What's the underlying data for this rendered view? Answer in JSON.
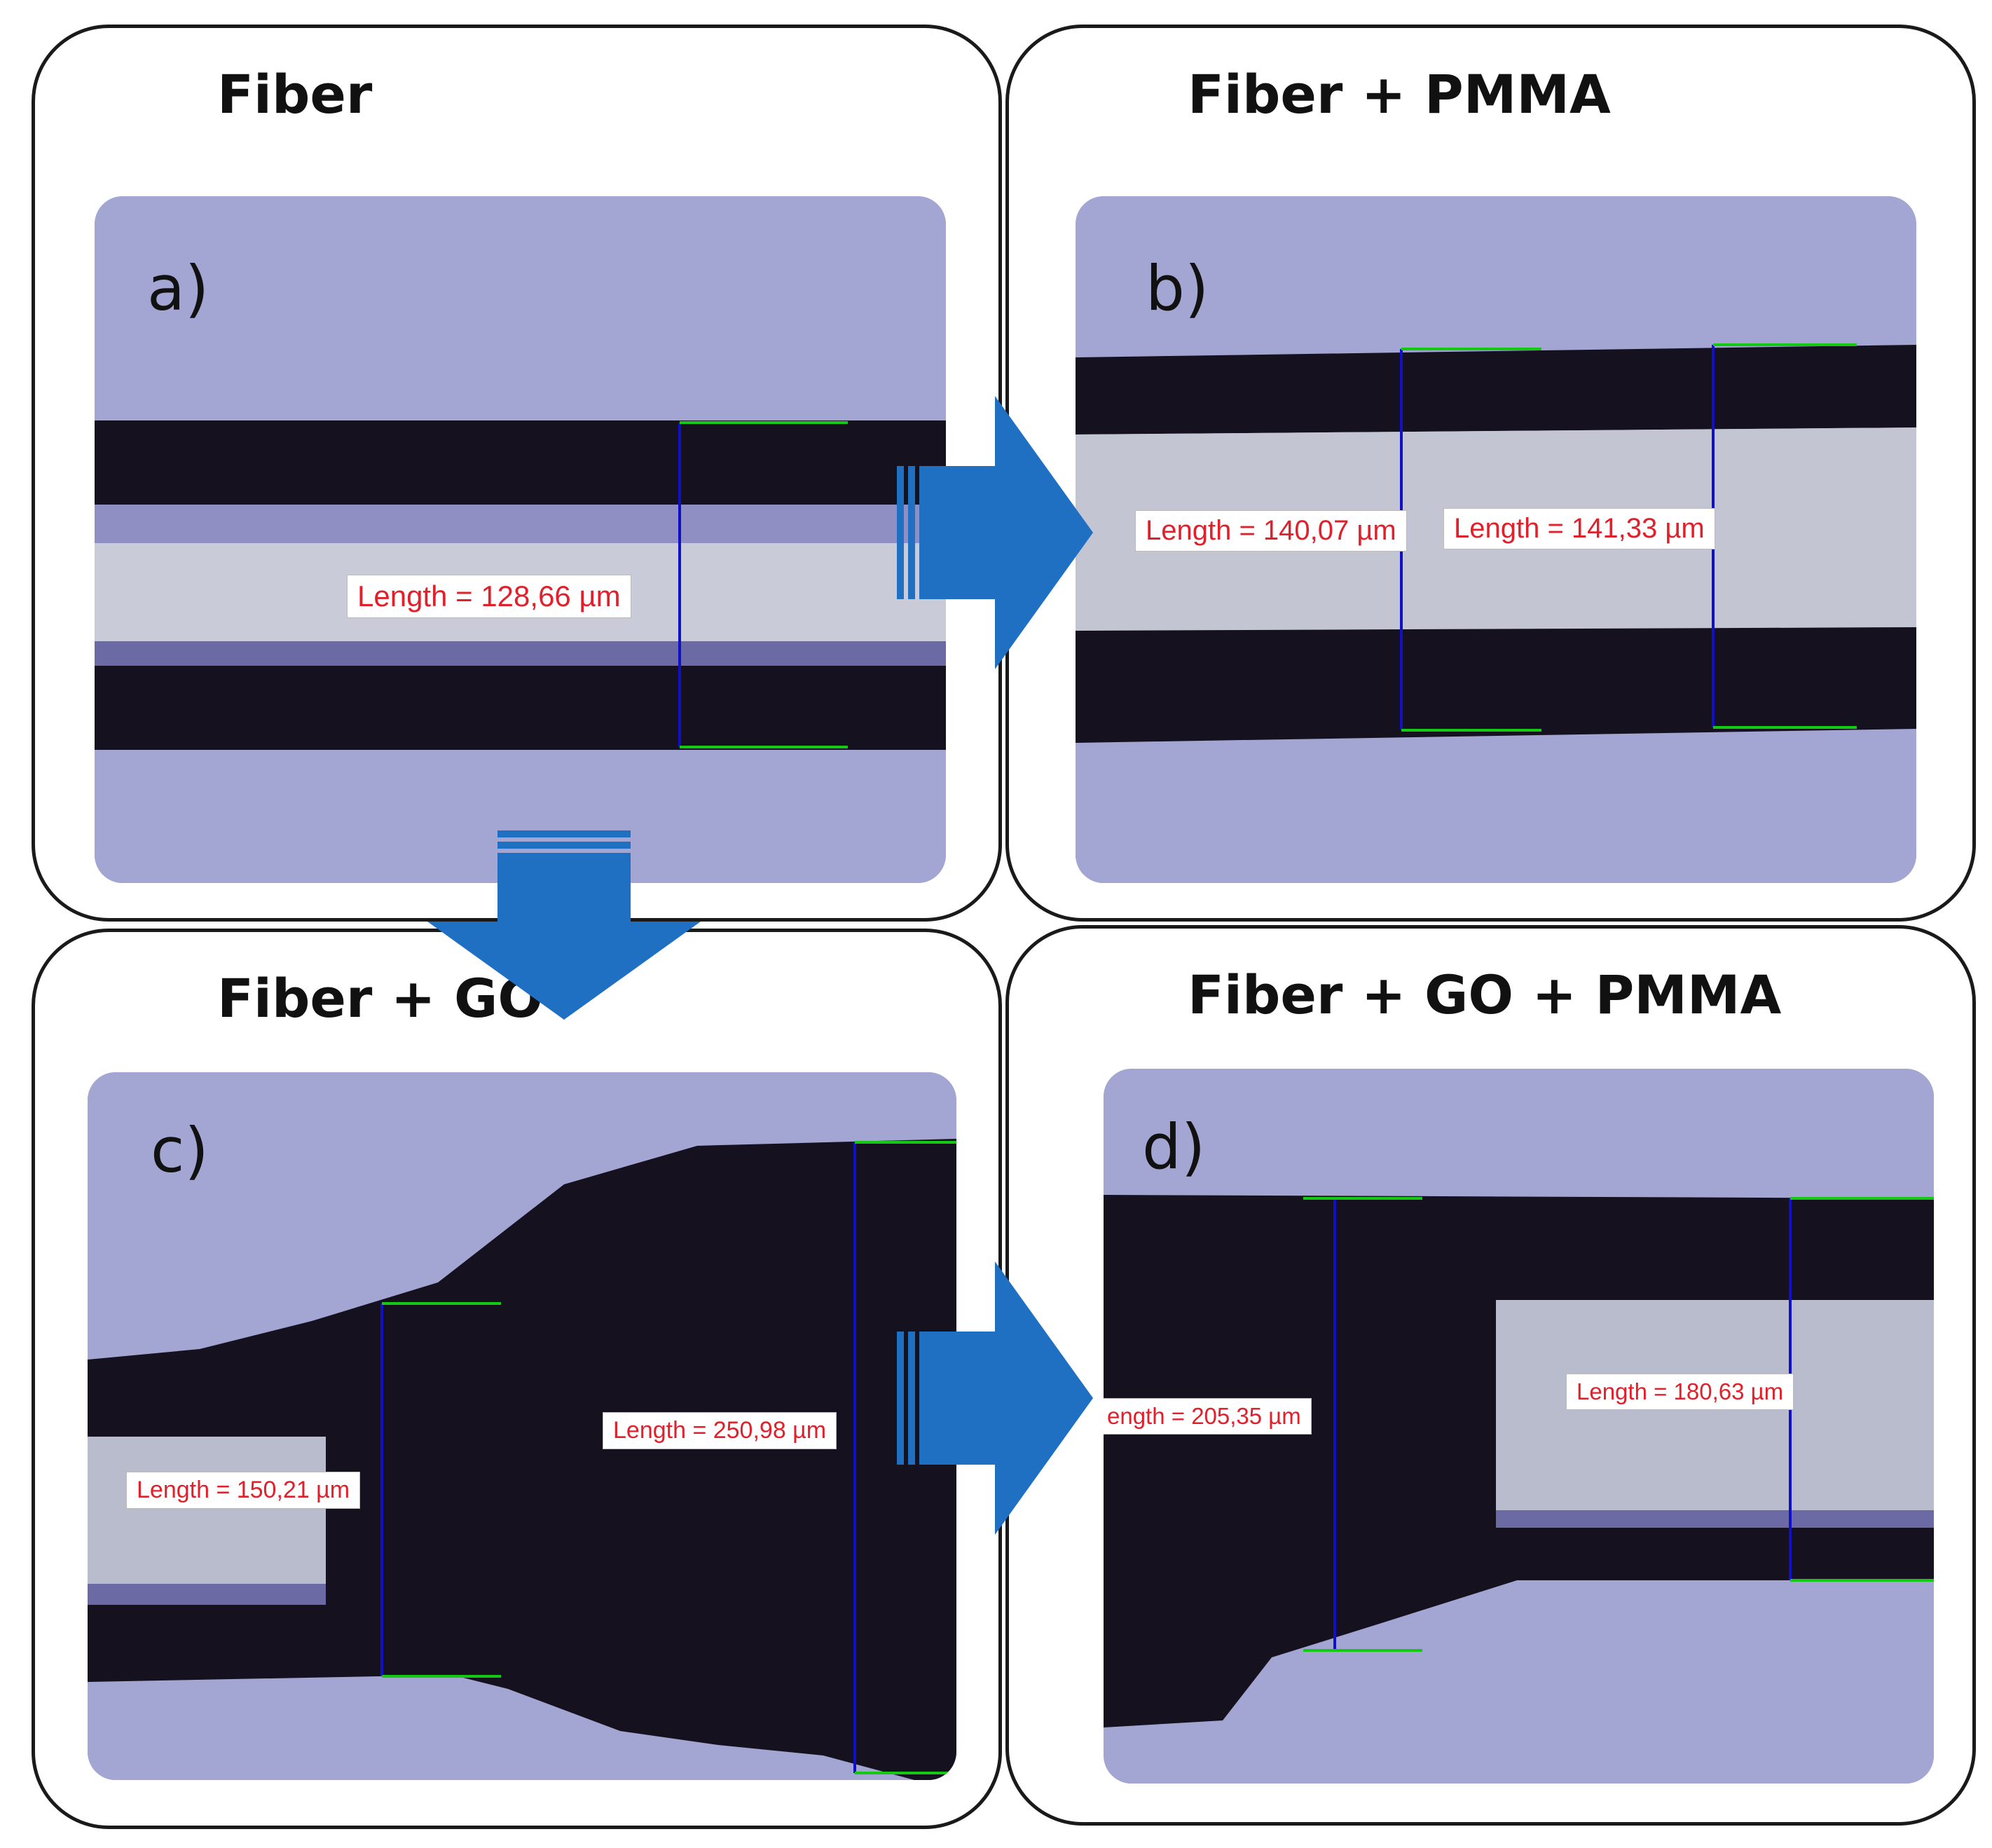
{
  "panels": {
    "a": {
      "title": "Fiber",
      "letter": "a)",
      "measurements": [
        "Length = 128,66 µm"
      ]
    },
    "b": {
      "title": "Fiber + PMMA",
      "letter": "b)",
      "measurements": [
        "Length = 140,07 µm",
        "Length = 141,33 µm"
      ]
    },
    "c": {
      "title": "Fiber + GO",
      "letter": "c)",
      "measurements": [
        "Length = 150,21 µm",
        "Length = 250,98 µm"
      ]
    },
    "d": {
      "title": "Fiber + GO + PMMA",
      "letter": "d)",
      "measurements": [
        "ength = 205,35 µm",
        "Length = 180,63 µm"
      ]
    }
  },
  "colors": {
    "background": "#a3a5d2",
    "fiber_dark": "#15111f",
    "measure_line": "#1010c8",
    "measure_tick": "#14c814",
    "arrow": "#1f6fc2",
    "label_text": "#e0202a"
  },
  "icons": {
    "flow_arrow": "right-arrow-icon",
    "flow_arrow_down": "down-arrow-icon"
  }
}
